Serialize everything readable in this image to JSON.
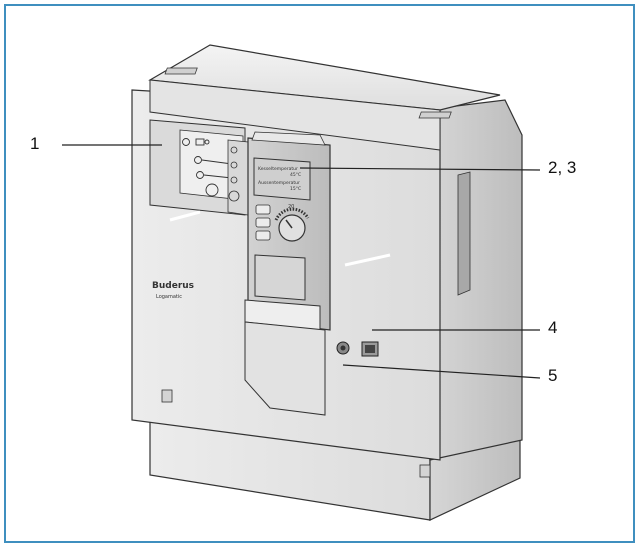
{
  "callouts": [
    {
      "id": "1",
      "label": "1"
    },
    {
      "id": "2",
      "label": "2, 3"
    },
    {
      "id": "4",
      "label": "4"
    },
    {
      "id": "5",
      "label": "5"
    }
  ],
  "device": {
    "brand": "Buderus",
    "model": "Logamatic",
    "display_line1": "Kesseltemperatur",
    "display_line2": "45°C",
    "display_line3": "Aussentemperatur",
    "display_line4": "15°C",
    "dial_value": "20"
  },
  "colors": {
    "frame": "#3f8fbf",
    "housing": "#e9e9e9",
    "outline": "#333333"
  }
}
